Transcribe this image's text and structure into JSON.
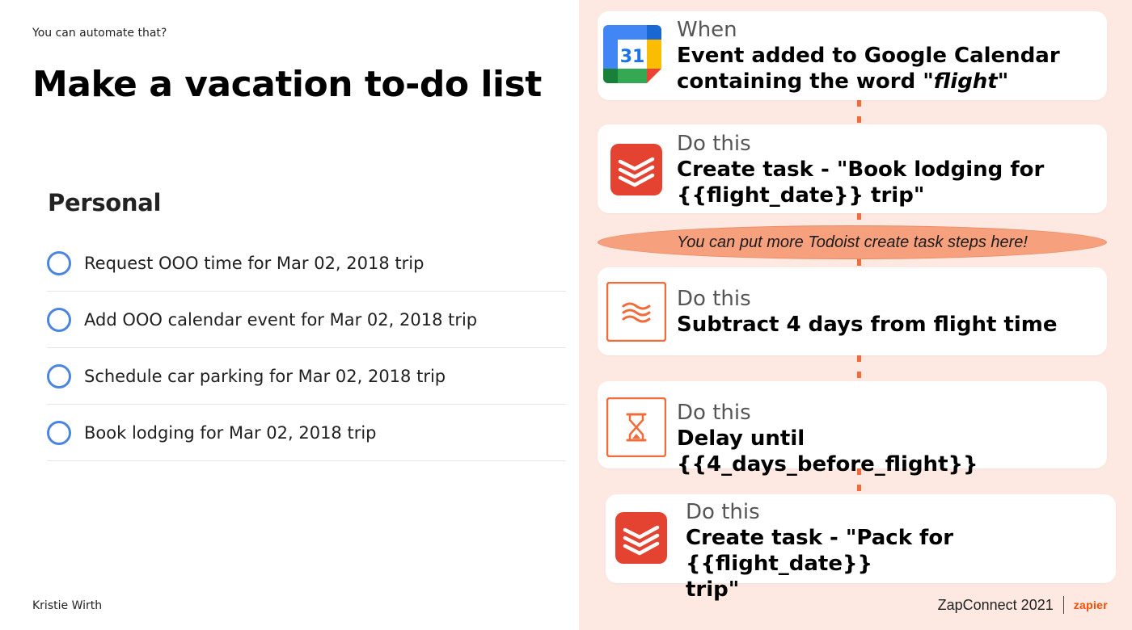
{
  "slide": {
    "kicker": "You can automate that?",
    "headline": "Make a vacation to-do list",
    "author": "Kristie Wirth"
  },
  "todo": {
    "section": "Personal",
    "items": [
      {
        "label": "Request OOO time for Mar 02, 2018 trip"
      },
      {
        "label": "Add OOO calendar event for Mar 02, 2018 trip"
      },
      {
        "label": "Schedule car parking for Mar 02, 2018 trip"
      },
      {
        "label": "Book lodging for Mar 02, 2018 trip"
      }
    ]
  },
  "workflow": {
    "steps": [
      {
        "label": "When",
        "title_line1": "Event added to Google Calendar",
        "title_line2_prefix": "containing the word ",
        "title_line2_emph": "\"flight\"",
        "icon": "google-calendar-icon",
        "icon_text": "31"
      },
      {
        "label": "Do this",
        "title_line1": "Create task - \"Book lodging for",
        "title_line2": "{{flight_date}} trip\"",
        "icon": "todoist-icon"
      },
      {
        "label": "Do this",
        "title_line1": "Subtract 4 days from flight time",
        "icon": "formatter-icon"
      },
      {
        "label": "Do this",
        "title_line1": "Delay until {{4_days_before_flight}}",
        "icon": "hourglass-icon"
      },
      {
        "label": "Do this",
        "title_line1": "Create task - \"Pack for {{flight_date}}",
        "title_line2": "trip\"",
        "icon": "todoist-icon"
      }
    ],
    "banner": "You can put more Todoist create task steps here!"
  },
  "footer": {
    "event": "ZapConnect 2021",
    "brand": "zapier"
  },
  "colors": {
    "accent": "#f26b3a",
    "panel_bg": "#fde9e1",
    "todoist_red": "#e44332",
    "checkbox_blue": "#4a86e0",
    "zapier_orange": "#ff4a00"
  }
}
